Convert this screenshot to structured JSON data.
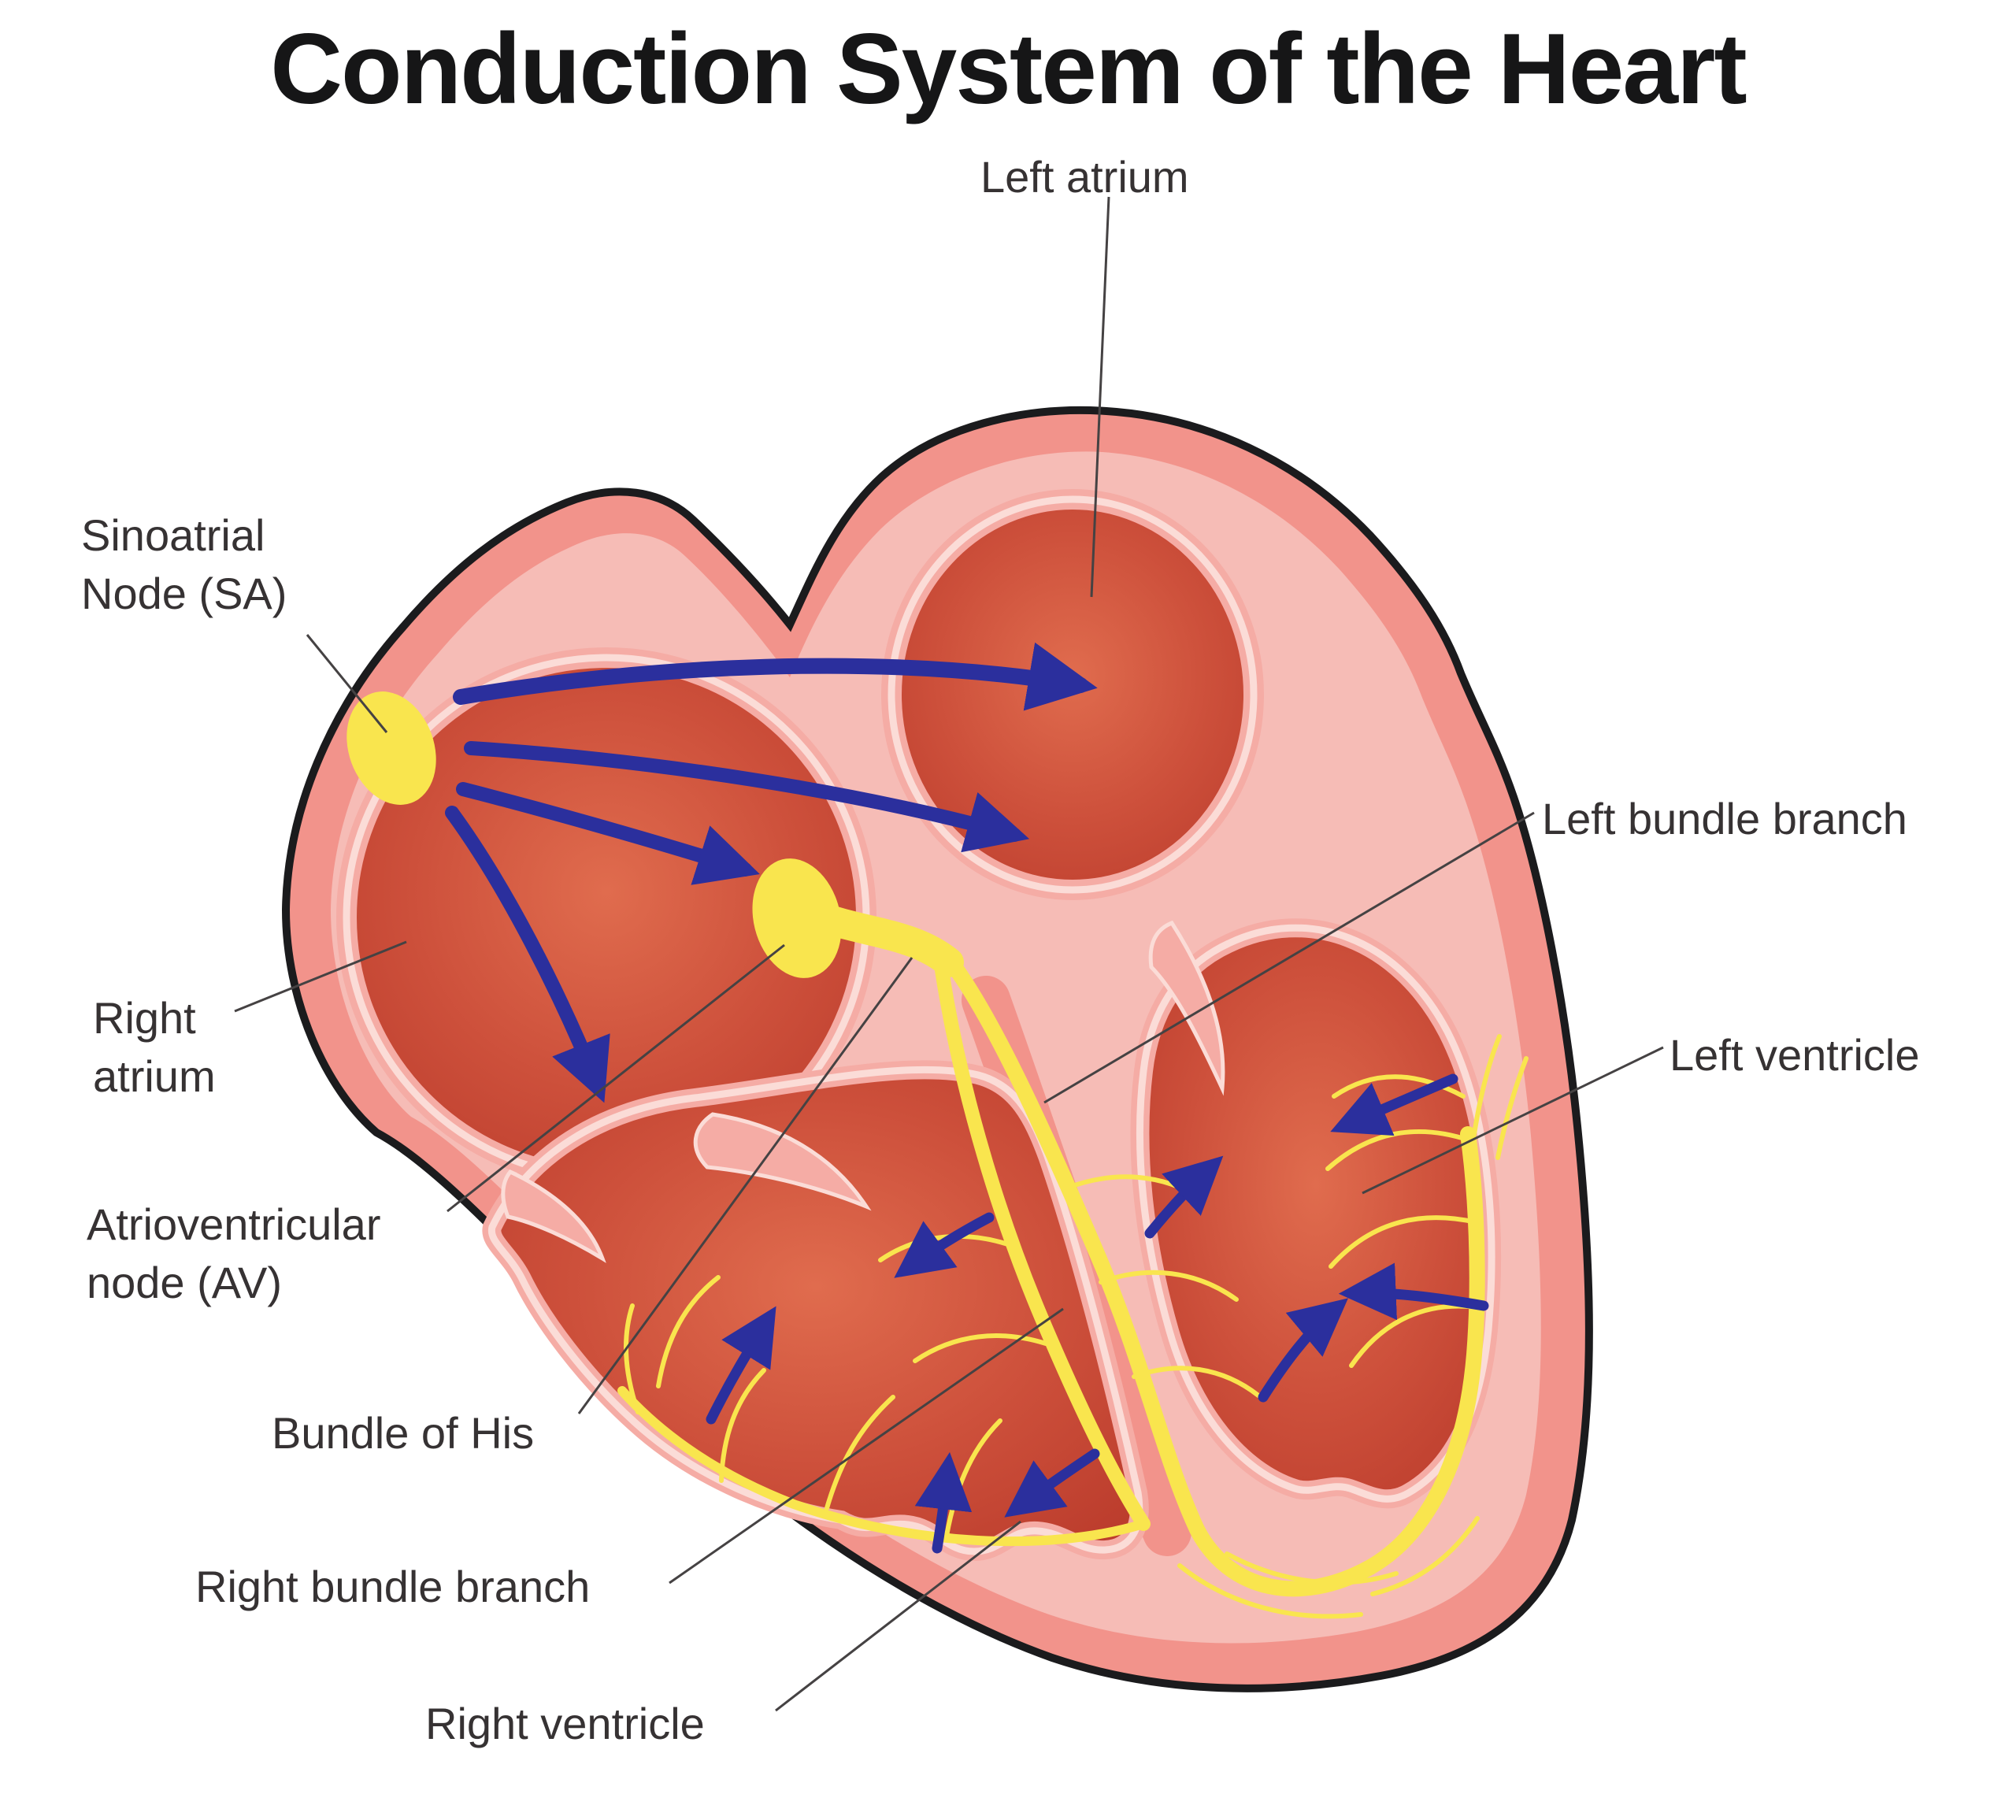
{
  "title": "Conduction System of the Heart",
  "labels": {
    "left_atrium": {
      "text": "Left atrium"
    },
    "sinoatrial_node": {
      "line1": "Sinoatrial",
      "line2": "Node (SA)"
    },
    "right_atrium": {
      "line1": "Right",
      "line2": "atrium"
    },
    "atrioventricular_node": {
      "line1": "Atrioventricular",
      "line2": "node (AV)"
    },
    "bundle_of_his": {
      "text": "Bundle of His"
    },
    "right_bundle_branch": {
      "text": "Right bundle branch"
    },
    "right_ventricle": {
      "text": "Right ventricle"
    },
    "left_bundle_branch": {
      "text": "Left bundle branch"
    },
    "left_ventricle": {
      "text": "Left ventricle"
    }
  },
  "colors": {
    "heart_wall_pink": "#F2938B",
    "heart_wall_light_pink": "#F6BCB6",
    "chamber_red": "#CD503B",
    "conduction_yellow": "#F9E54E",
    "impulse_arrow_blue": "#2B2F9D",
    "outline_black": "#1B1B1D",
    "label_text": "#363233"
  }
}
